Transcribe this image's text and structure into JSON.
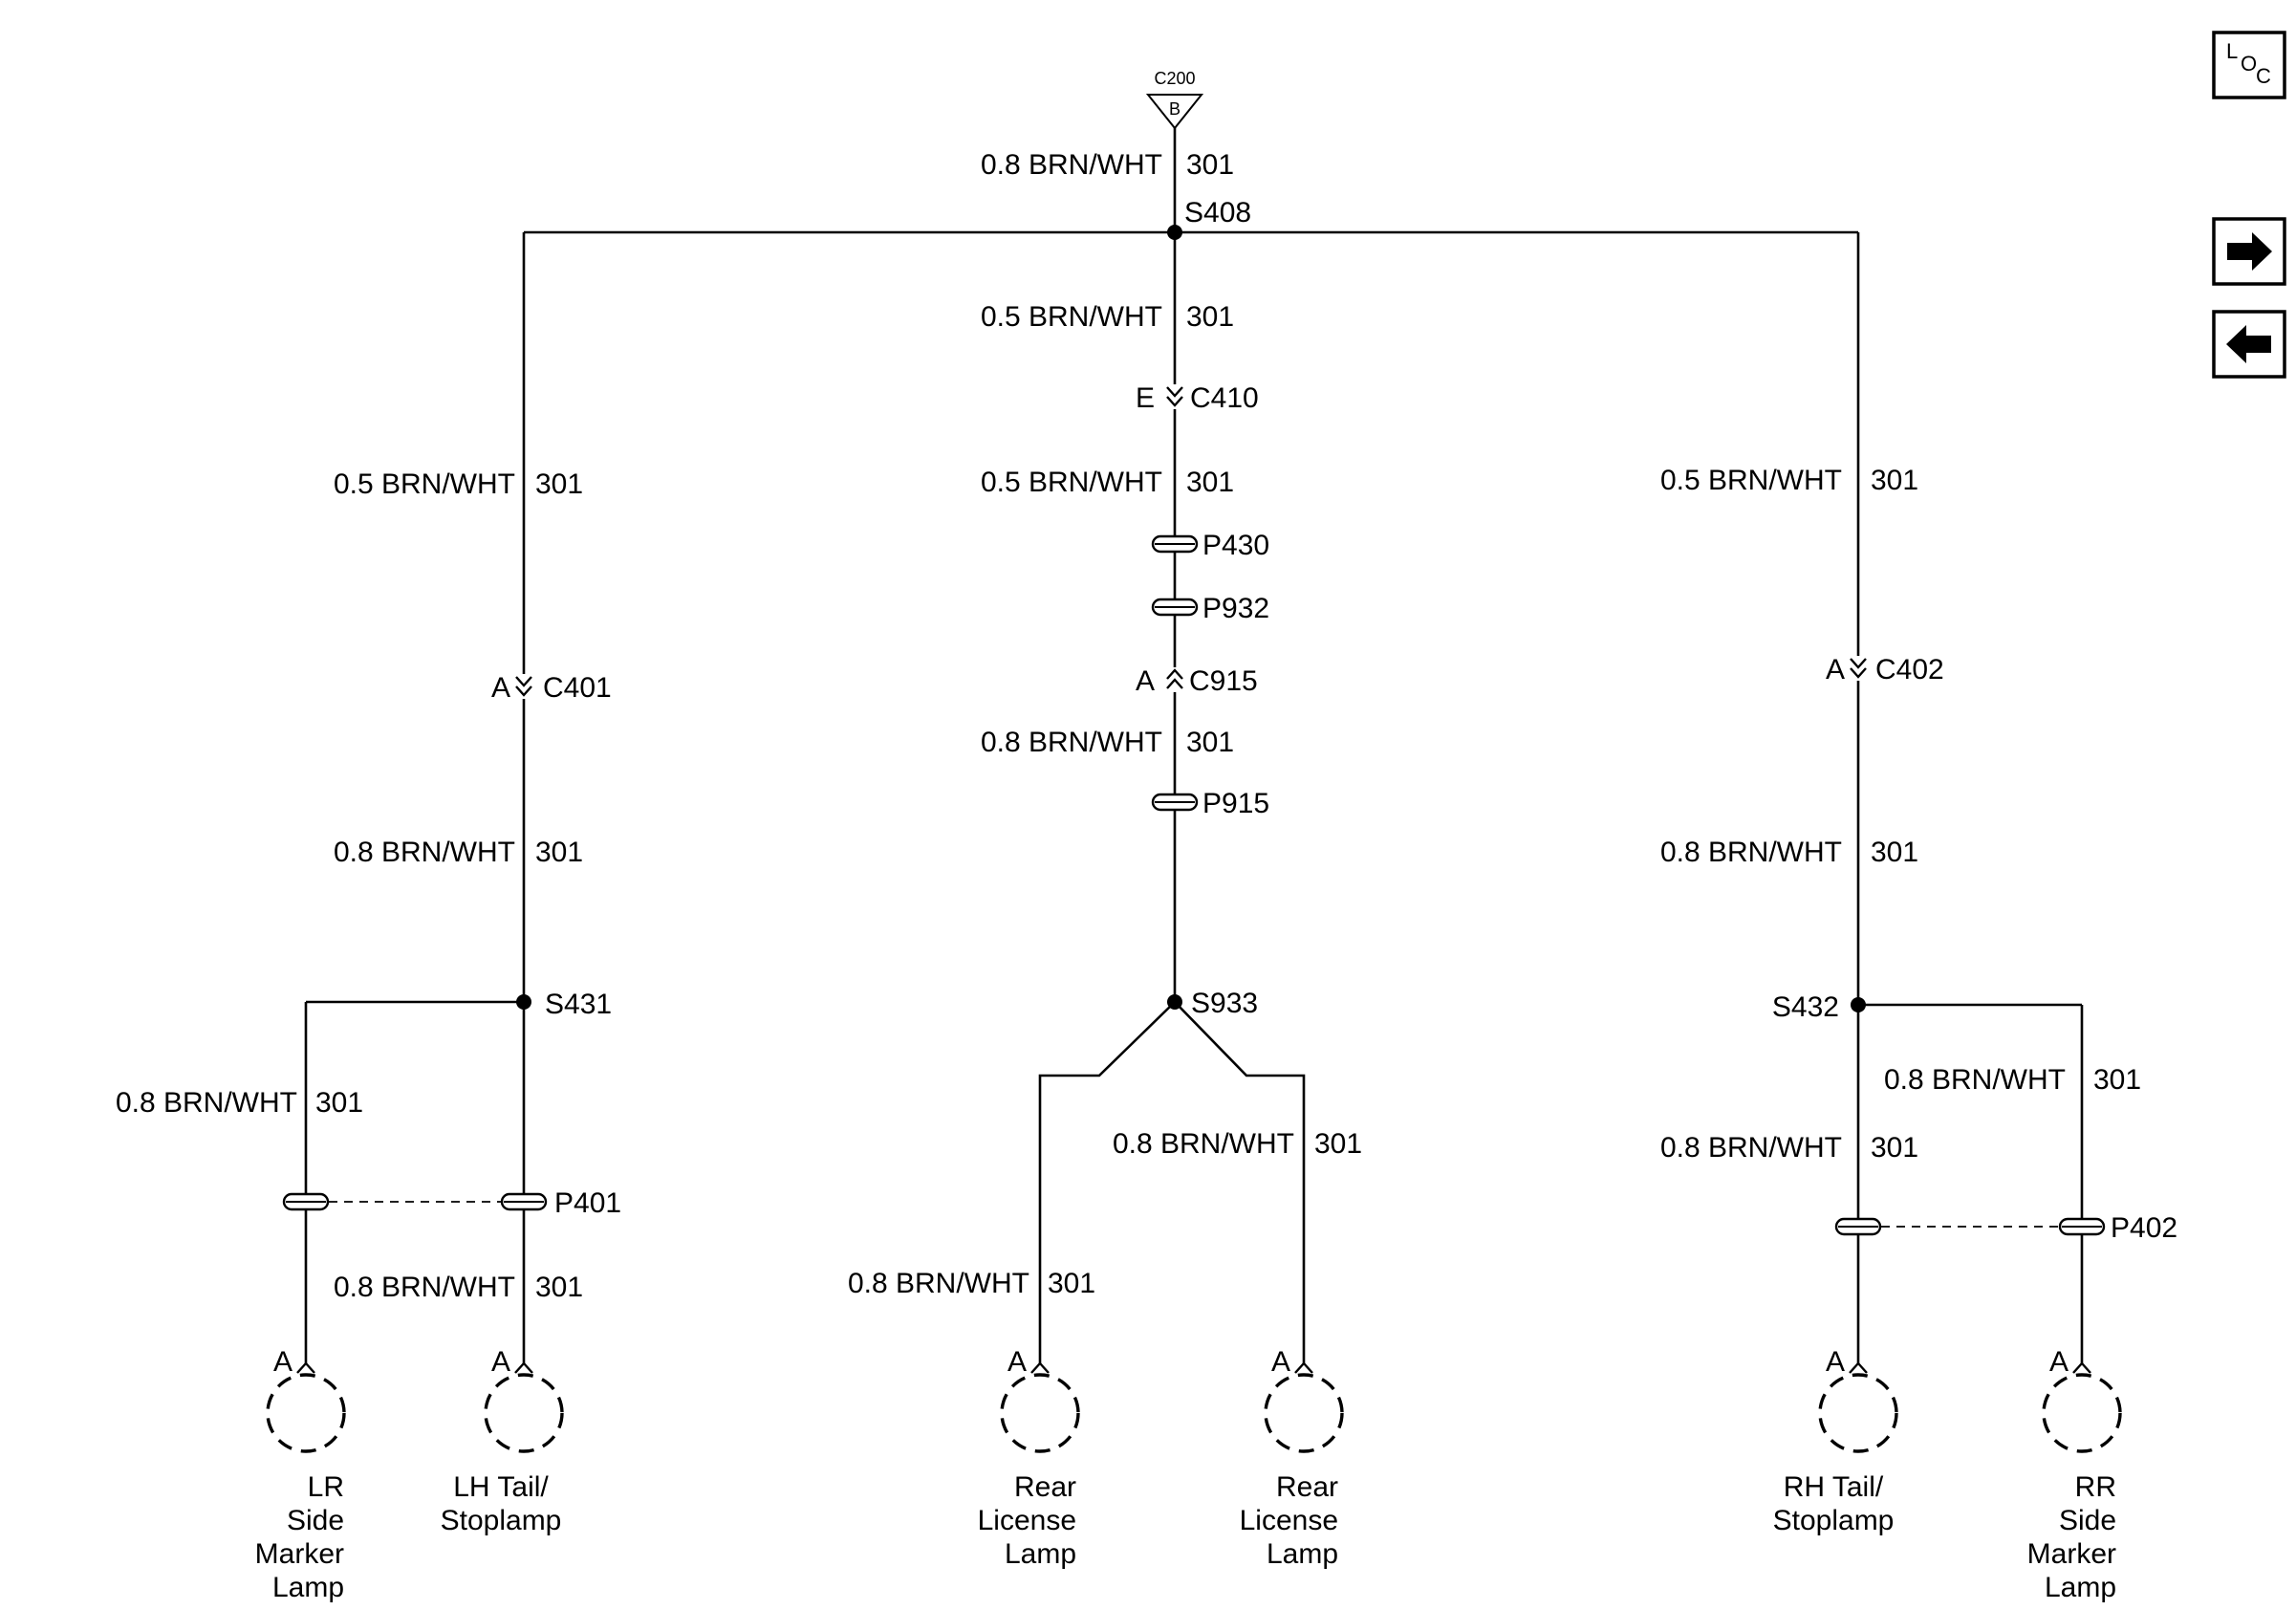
{
  "source": {
    "connector": "C200",
    "pin": "B"
  },
  "wires": {
    "source_feed": {
      "gauge_color": "0.8 BRN/WHT",
      "circuit": "301"
    },
    "center_upper": {
      "gauge_color": "0.5 BRN/WHT",
      "circuit": "301"
    },
    "center_mid": {
      "gauge_color": "0.5 BRN/WHT",
      "circuit": "301"
    },
    "center_lower": {
      "gauge_color": "0.8 BRN/WHT",
      "circuit": "301"
    },
    "left_upper": {
      "gauge_color": "0.5 BRN/WHT",
      "circuit": "301"
    },
    "left_lower": {
      "gauge_color": "0.8 BRN/WHT",
      "circuit": "301"
    },
    "left_branch": {
      "gauge_color": "0.8 BRN/WHT",
      "circuit": "301"
    },
    "left_to_lamp": {
      "gauge_color": "0.8 BRN/WHT",
      "circuit": "301"
    },
    "right_upper": {
      "gauge_color": "0.5 BRN/WHT",
      "circuit": "301"
    },
    "right_lower": {
      "gauge_color": "0.8 BRN/WHT",
      "circuit": "301"
    },
    "right_branch": {
      "gauge_color": "0.8 BRN/WHT",
      "circuit": "301"
    },
    "right_to_tail": {
      "gauge_color": "0.8 BRN/WHT",
      "circuit": "301"
    },
    "license_left": {
      "gauge_color": "0.8 BRN/WHT",
      "circuit": "301"
    },
    "license_right": {
      "gauge_color": "0.8 BRN/WHT",
      "circuit": "301"
    }
  },
  "splices": {
    "main": "S408",
    "left": "S431",
    "center": "S933",
    "right": "S432"
  },
  "connectors": {
    "c410": {
      "id": "C410",
      "pin": "E"
    },
    "c401": {
      "id": "C401",
      "pin": "A"
    },
    "c915": {
      "id": "C915",
      "pin": "A"
    },
    "c402": {
      "id": "C402",
      "pin": "A"
    }
  },
  "pass_throughs": {
    "p430": "P430",
    "p932": "P932",
    "p915": "P915",
    "p401": "P401",
    "p402": "P402"
  },
  "lamps": [
    {
      "pin": "A",
      "lines": [
        "LR",
        "Side",
        "Marker",
        "Lamp"
      ]
    },
    {
      "pin": "A",
      "lines": [
        "LH Tail/",
        "Stoplamp"
      ]
    },
    {
      "pin": "A",
      "lines": [
        "Rear",
        "License",
        "Lamp"
      ]
    },
    {
      "pin": "A",
      "lines": [
        "Rear",
        "License",
        "Lamp"
      ]
    },
    {
      "pin": "A",
      "lines": [
        "RH Tail/",
        "Stoplamp"
      ]
    },
    {
      "pin": "A",
      "lines": [
        "RR",
        "Side",
        "Marker",
        "Lamp"
      ]
    }
  ],
  "nav": {
    "loc_letters": [
      "L",
      "O",
      "C"
    ],
    "forward_icon": "arrow-right-icon",
    "back_icon": "arrow-left-icon"
  }
}
